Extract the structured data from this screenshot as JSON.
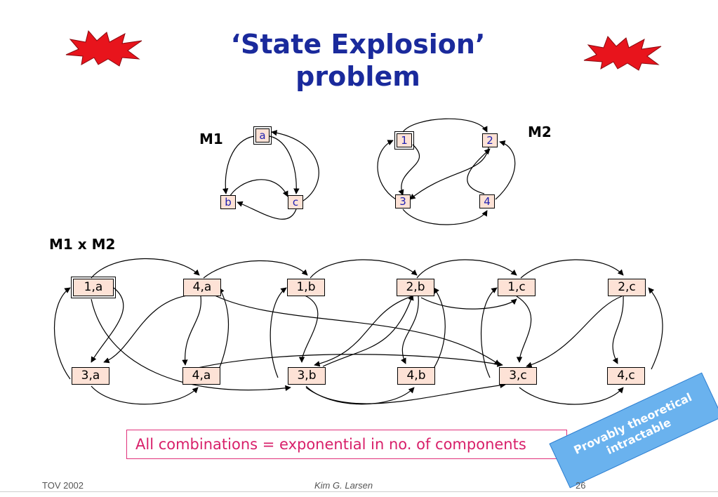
{
  "title_line1": "‘State Explosion’",
  "title_line2": "problem",
  "m1": {
    "label": "M1",
    "states": [
      "a",
      "b",
      "c"
    ]
  },
  "m2": {
    "label": "M2",
    "states": [
      "1",
      "2",
      "3",
      "4"
    ]
  },
  "product": {
    "label": "M1 x M2",
    "top_states": [
      "1,a",
      "4,a",
      "1,b",
      "2,b",
      "1,c",
      "2,c"
    ],
    "bottom_states": [
      "3,a",
      "4,a",
      "3,b",
      "4,b",
      "3,c",
      "4,c"
    ]
  },
  "banner_text": "All combinations = exponential in no. of components",
  "stamp": {
    "line1": "Provably theoretical",
    "line2": "intractable"
  },
  "footer": {
    "left": "TOV 2002",
    "center": "Kim G. Larsen",
    "page": "26"
  },
  "colors": {
    "title": "#1a2a9c",
    "state_fill": "#fde2d6",
    "explosion": "#e8141c",
    "banner": "#d8206a",
    "stamp": "#6ab2ee"
  }
}
